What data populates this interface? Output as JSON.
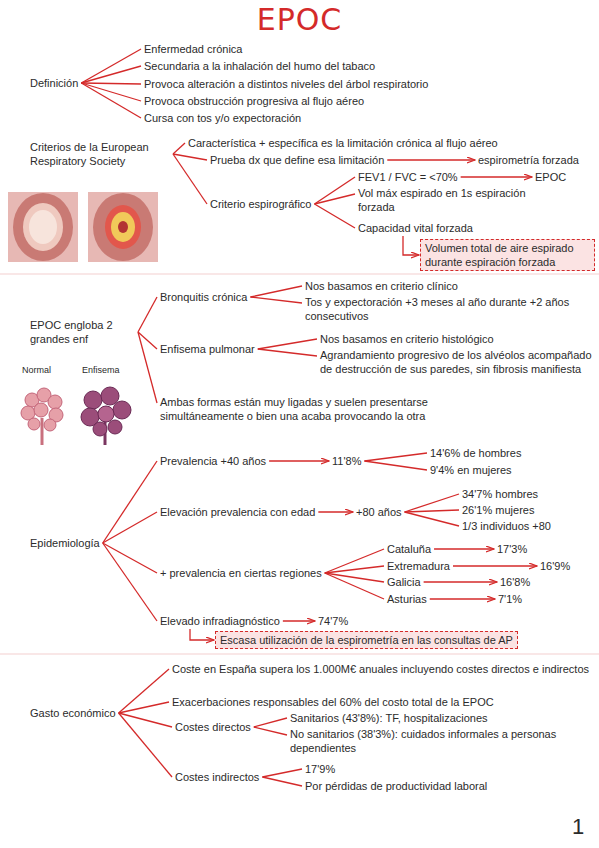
{
  "diagram": {
    "title": "EPOC",
    "nodes": [
      {
        "text": [
          "Definición"
        ]
      },
      {
        "text": [
          "Enfermedad crónica"
        ]
      },
      {
        "text": [
          "Secundaria a la inhalación del humo del tabaco"
        ]
      },
      {
        "text": [
          "Provoca alteración a distintos niveles del árbol respiratorio"
        ]
      },
      {
        "text": [
          "Provoca obstrucción progresiva al flujo aéreo"
        ]
      },
      {
        "text": [
          "Cursa con tos y/o expectoración"
        ]
      },
      {
        "text": [
          "Criterios de la European Respiratory Society"
        ]
      },
      {
        "text": [
          "Característica + específica es la limitación crónica al flujo aéreo"
        ]
      },
      {
        "text": [
          "Prueba dx que define esa limitación"
        ]
      },
      {
        "text": [
          "espirometría forzada"
        ]
      },
      {
        "text": [
          "Criterio espirográfico"
        ]
      },
      {
        "text": [
          "FEV1 / FVC = <70%"
        ]
      },
      {
        "text": [
          "EPOC"
        ]
      },
      {
        "text": [
          "Vol máx espirado en 1s espiración forzada"
        ]
      },
      {
        "text": [
          "Capacidad vital forzada"
        ]
      },
      {
        "text": [
          "Volumen total de aire espirado durante espiración forzada"
        ]
      },
      {
        "text": [
          "EPOC engloba 2 grandes enf"
        ]
      },
      {
        "text": [
          "Bronquitis crónica"
        ]
      },
      {
        "text": [
          "Nos basamos en criterio clínico"
        ]
      },
      {
        "text": [
          "Tos y expectoración +3 meses al año durante +2 años consecutivos"
        ]
      },
      {
        "text": [
          "Enfisema pulmonar"
        ]
      },
      {
        "text": [
          "Nos basamos en criterio histológico"
        ]
      },
      {
        "text": [
          "Agrandamiento progresivo de los alvéolos acompañado de destrucción de sus paredes, sin fibrosis manifiesta"
        ]
      },
      {
        "text": [
          "Ambas formas están muy ligadas y suelen presentarse simultáneamente o bien una acaba provocando la otra"
        ]
      },
      {
        "text": [
          "Epidemiología"
        ]
      },
      {
        "text": [
          "Prevalencia +40 años"
        ]
      },
      {
        "text": [
          "11'8%"
        ]
      },
      {
        "text": [
          "14'6% de hombres"
        ]
      },
      {
        "text": [
          "9'4% en mujeres"
        ]
      },
      {
        "text": [
          "Elevación prevalencia con edad"
        ]
      },
      {
        "text": [
          "+80 años"
        ]
      },
      {
        "text": [
          "34'7% hombres"
        ]
      },
      {
        "text": [
          "26'1% mujeres"
        ]
      },
      {
        "text": [
          "1/3 individuos +80"
        ]
      },
      {
        "text": [
          "+ prevalencia en ciertas regiones"
        ]
      },
      {
        "text": [
          "Cataluña"
        ]
      },
      {
        "text": [
          "17'3%"
        ]
      },
      {
        "text": [
          "Extremadura"
        ]
      },
      {
        "text": [
          "16'9%"
        ]
      },
      {
        "text": [
          "Galicia"
        ]
      },
      {
        "text": [
          "16'8%"
        ]
      },
      {
        "text": [
          "Asturias"
        ]
      },
      {
        "text": [
          "7'1%"
        ]
      },
      {
        "text": [
          "Elevado infradiagnóstico"
        ]
      },
      {
        "text": [
          "74'7%"
        ]
      },
      {
        "text": [
          "Escasa utilización de la espirometría en las consultas de AP"
        ]
      },
      {
        "text": [
          "Gasto económico"
        ]
      },
      {
        "text": [
          "Coste en España supera los 1.000M€ anuales incluyendo costes directos e indirectos"
        ]
      },
      {
        "text": [
          "Exacerbaciones responsables del 60% del costo total de la EPOC"
        ]
      },
      {
        "text": [
          "Costes directos"
        ]
      },
      {
        "text": [
          "Sanitarios (43'8%): TF, hospitalizaciones"
        ]
      },
      {
        "text": [
          "No sanitarios (38'3%): cuidados informales a personas dependientes"
        ]
      },
      {
        "text": [
          "Costes indirectos"
        ]
      },
      {
        "text": [
          "17'9%"
        ]
      },
      {
        "text": [
          "Por pérdidas de productividad laboral"
        ]
      }
    ],
    "edges": [
      {
        "from": 0,
        "to": 1,
        "arrow": "none"
      },
      {
        "from": 0,
        "to": 2,
        "arrow": "none"
      },
      {
        "from": 0,
        "to": 3,
        "arrow": "none"
      },
      {
        "from": 0,
        "to": 4,
        "arrow": "none"
      },
      {
        "from": 0,
        "to": 5,
        "arrow": "none"
      },
      {
        "from": 6,
        "to": 7,
        "arrow": "none"
      },
      {
        "from": 6,
        "to": 8,
        "arrow": "none"
      },
      {
        "from": 8,
        "to": 9,
        "arrow": "to"
      },
      {
        "from": 6,
        "to": 10,
        "arrow": "none"
      },
      {
        "from": 10,
        "to": 11,
        "arrow": "none"
      },
      {
        "from": 11,
        "to": 12,
        "arrow": "to"
      },
      {
        "from": 10,
        "to": 13,
        "arrow": "none"
      },
      {
        "from": 10,
        "to": 14,
        "arrow": "none"
      },
      {
        "from": 14,
        "to": 15,
        "arrow": "to"
      },
      {
        "from": 16,
        "to": 17,
        "arrow": "none"
      },
      {
        "from": 17,
        "to": 18,
        "arrow": "none"
      },
      {
        "from": 17,
        "to": 19,
        "arrow": "none"
      },
      {
        "from": 16,
        "to": 20,
        "arrow": "none"
      },
      {
        "from": 20,
        "to": 21,
        "arrow": "none"
      },
      {
        "from": 20,
        "to": 22,
        "arrow": "none"
      },
      {
        "from": 16,
        "to": 23,
        "arrow": "none"
      },
      {
        "from": 24,
        "to": 25,
        "arrow": "none"
      },
      {
        "from": 25,
        "to": 26,
        "arrow": "to"
      },
      {
        "from": 26,
        "to": 27,
        "arrow": "none"
      },
      {
        "from": 26,
        "to": 28,
        "arrow": "none"
      },
      {
        "from": 24,
        "to": 29,
        "arrow": "none"
      },
      {
        "from": 29,
        "to": 30,
        "arrow": "to"
      },
      {
        "from": 30,
        "to": 31,
        "arrow": "none"
      },
      {
        "from": 30,
        "to": 32,
        "arrow": "none"
      },
      {
        "from": 30,
        "to": 33,
        "arrow": "none"
      },
      {
        "from": 24,
        "to": 34,
        "arrow": "none"
      },
      {
        "from": 34,
        "to": 35,
        "arrow": "none"
      },
      {
        "from": 35,
        "to": 36,
        "arrow": "to"
      },
      {
        "from": 34,
        "to": 37,
        "arrow": "none"
      },
      {
        "from": 37,
        "to": 38,
        "arrow": "to"
      },
      {
        "from": 34,
        "to": 39,
        "arrow": "none"
      },
      {
        "from": 39,
        "to": 40,
        "arrow": "to"
      },
      {
        "from": 34,
        "to": 41,
        "arrow": "none"
      },
      {
        "from": 41,
        "to": 42,
        "arrow": "to"
      },
      {
        "from": 24,
        "to": 43,
        "arrow": "none"
      },
      {
        "from": 43,
        "to": 44,
        "arrow": "to"
      },
      {
        "from": 43,
        "to": 45,
        "arrow": "to"
      },
      {
        "from": 46,
        "to": 47,
        "arrow": "none"
      },
      {
        "from": 46,
        "to": 48,
        "arrow": "none"
      },
      {
        "from": 46,
        "to": 49,
        "arrow": "none"
      },
      {
        "from": 49,
        "to": 50,
        "arrow": "none"
      },
      {
        "from": 49,
        "to": 51,
        "arrow": "none"
      },
      {
        "from": 46,
        "to": 52,
        "arrow": "none"
      },
      {
        "from": 52,
        "to": 53,
        "arrow": "none"
      },
      {
        "from": 52,
        "to": 54,
        "arrow": "none"
      }
    ],
    "labels": [
      "Normal",
      "Enfisema",
      "1"
    ]
  }
}
